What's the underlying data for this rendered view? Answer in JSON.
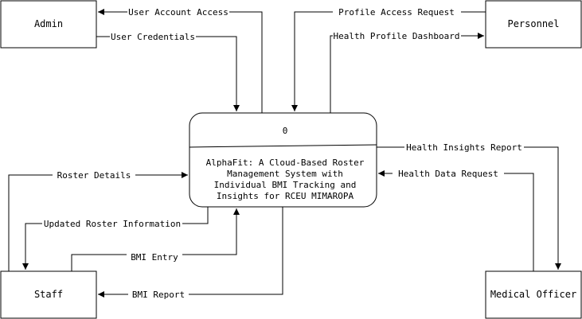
{
  "entities": {
    "admin": "Admin",
    "personnel": "Personnel",
    "staff": "Staff",
    "medical_officer": "Medical Officer"
  },
  "process": {
    "number": "0",
    "name_lines": [
      "AlphaFit: A Cloud-Based Roster",
      "Management System with",
      "Individual BMI Tracking and",
      "Insights for RCEU MIMAROPA"
    ]
  },
  "flows": {
    "user_account_access": "User Account Access",
    "user_credentials": "User Credentials",
    "profile_access_request": "Profile Access Request",
    "health_profile_dashboard": "Health Profile Dashboard",
    "health_insights_report": "Health Insights Report",
    "health_data_request": "Health Data Request",
    "roster_details": "Roster Details",
    "updated_roster_information": "Updated Roster Information",
    "bmi_entry": "BMI Entry",
    "bmi_report": "BMI Report"
  }
}
